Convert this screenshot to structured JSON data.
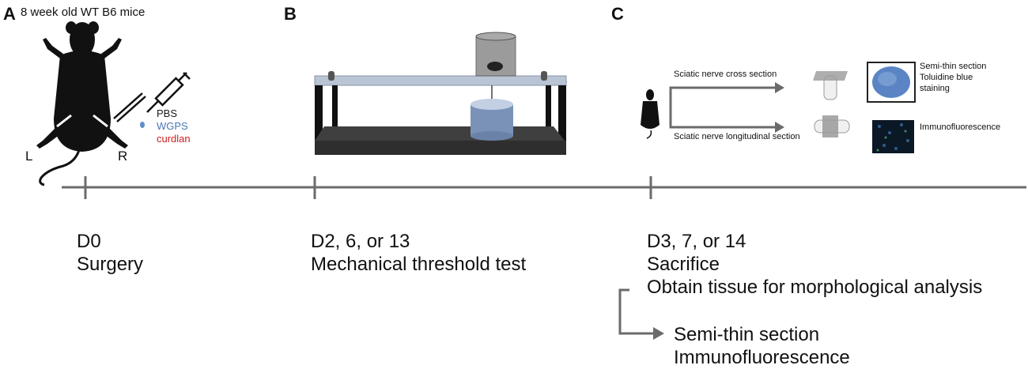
{
  "panels": {
    "a": {
      "letter": "A",
      "title": "8 week old WT B6 mice",
      "left_label": "L",
      "right_label": "R",
      "injections": [
        {
          "label": "PBS",
          "color": "#1a1a1a"
        },
        {
          "label": "WGPS",
          "color": "#4a77b4"
        },
        {
          "label": "curdlan",
          "color": "#cc1f1f"
        }
      ]
    },
    "b": {
      "letter": "B"
    },
    "c": {
      "letter": "C",
      "cross_label": "Sciatic nerve cross section",
      "long_label": "Sciatic nerve longitudinal section",
      "semithin_label": "Semi-thin section\nToluidine blue\nstaining",
      "immuno_label": "Immunofluorescence"
    }
  },
  "timeline": {
    "d0": {
      "day": "D0",
      "desc": "Surgery"
    },
    "d2": {
      "day": "D2, 6, or 13",
      "desc": "Mechanical threshold test"
    },
    "d3": {
      "day": "D3, 7, or 14",
      "desc": "Sacrifice",
      "tissue": "Obtain tissue for morphological analysis",
      "sub1": "Semi-thin section",
      "sub2": "Immunofluorescence"
    }
  },
  "colors": {
    "line": "#6b6b6b",
    "mouse": "#111111",
    "platform_glass": "#b9c4d4",
    "platform_base": "#4a4a4a",
    "cylinder": "#7a92b8",
    "toluidine": "#5b84c4"
  },
  "icons": [
    "mouse-silhouette-icon",
    "forceps-icon",
    "syringe-icon",
    "droplet-icon",
    "von-frey-apparatus-icon",
    "nerve-cross-icon",
    "nerve-longitudinal-icon"
  ]
}
